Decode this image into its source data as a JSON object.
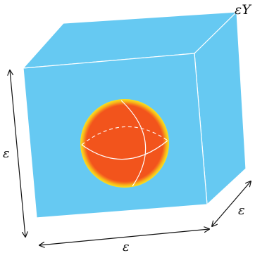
{
  "labels": {
    "cube_name": "εY",
    "height": "ε",
    "width": "ε",
    "depth": "ε"
  },
  "colors": {
    "cube_fill": "#66c9f2",
    "cube_edge": "#ffffff",
    "sphere_core": "#f2541c",
    "sphere_rim_inner": "#f77a1e",
    "sphere_rim_mid": "#f7b21a",
    "sphere_rim_outer": "#fbe21e",
    "sphere_lines": "#ffffff",
    "arrows": "#111111"
  }
}
